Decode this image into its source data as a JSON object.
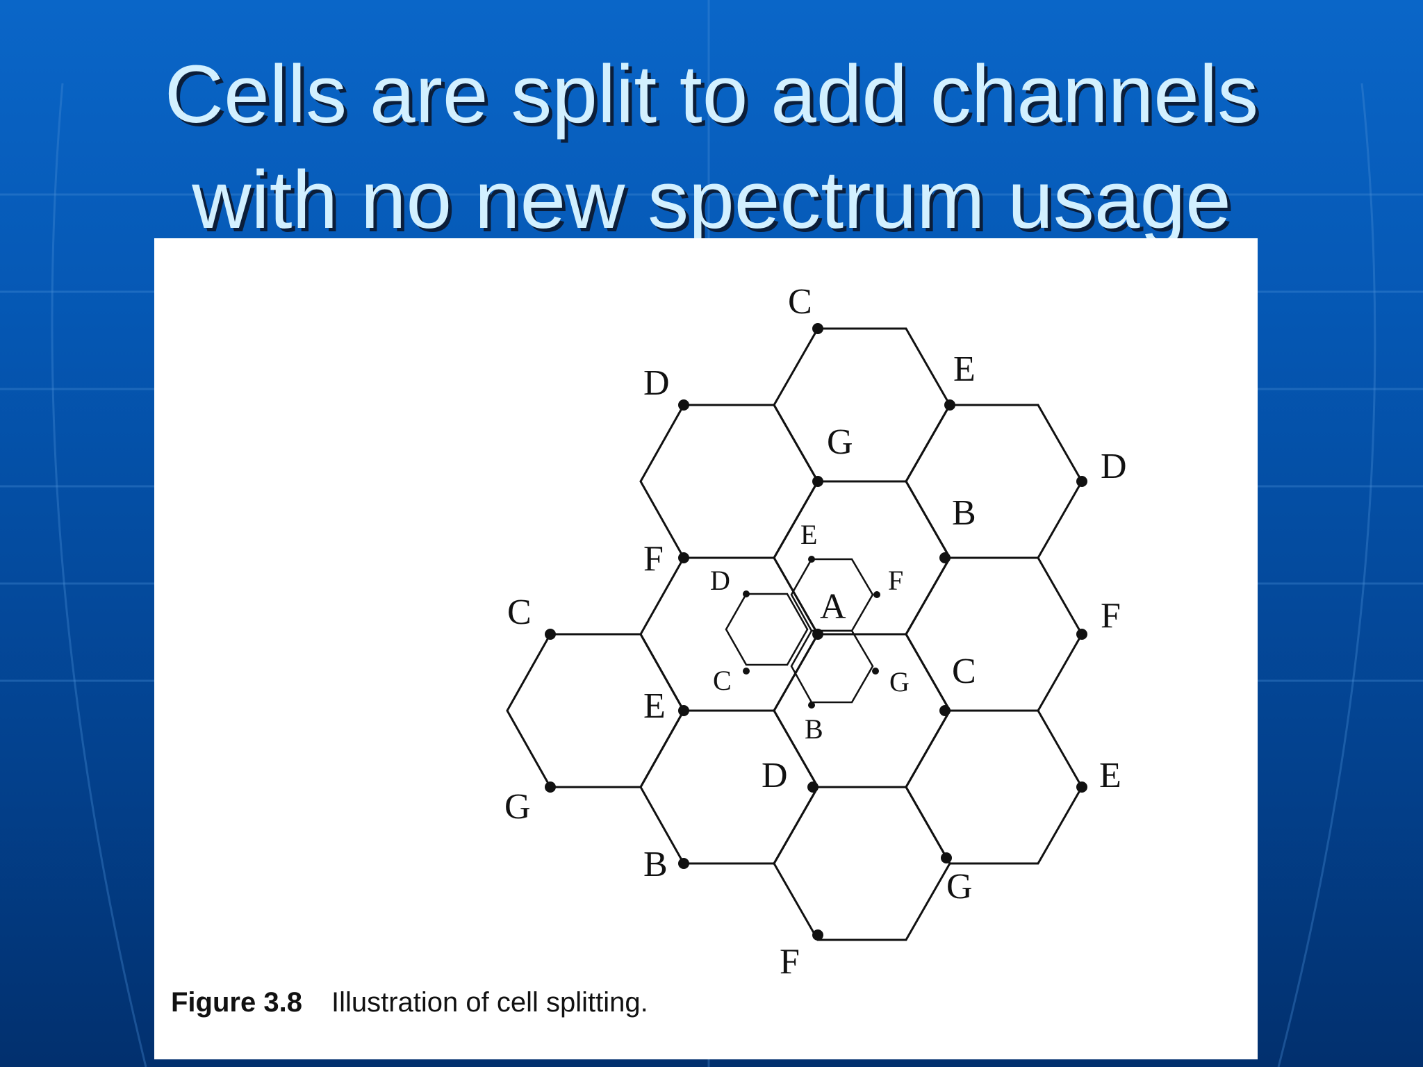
{
  "slide": {
    "title_line1": "Cells are split to add channels",
    "title_line2": "with no new spectrum usage"
  },
  "figure": {
    "large_cell_labels": [
      "C",
      "D",
      "E",
      "G",
      "D",
      "B",
      "F",
      "F",
      "C",
      "C",
      "E",
      "E",
      "G",
      "D",
      "B",
      "G",
      "F"
    ],
    "center_label": "A",
    "small_cell_labels": [
      "E",
      "F",
      "D",
      "G",
      "C",
      "B"
    ],
    "caption_number": "Figure 3.8",
    "caption_text": "Illustration of cell splitting."
  },
  "colors": {
    "background_top": "#0a66c8",
    "background_bottom": "#02306e",
    "title_text": "#d2f0ff",
    "title_shadow": "#0b1e3a",
    "figure_ink": "#111111"
  }
}
